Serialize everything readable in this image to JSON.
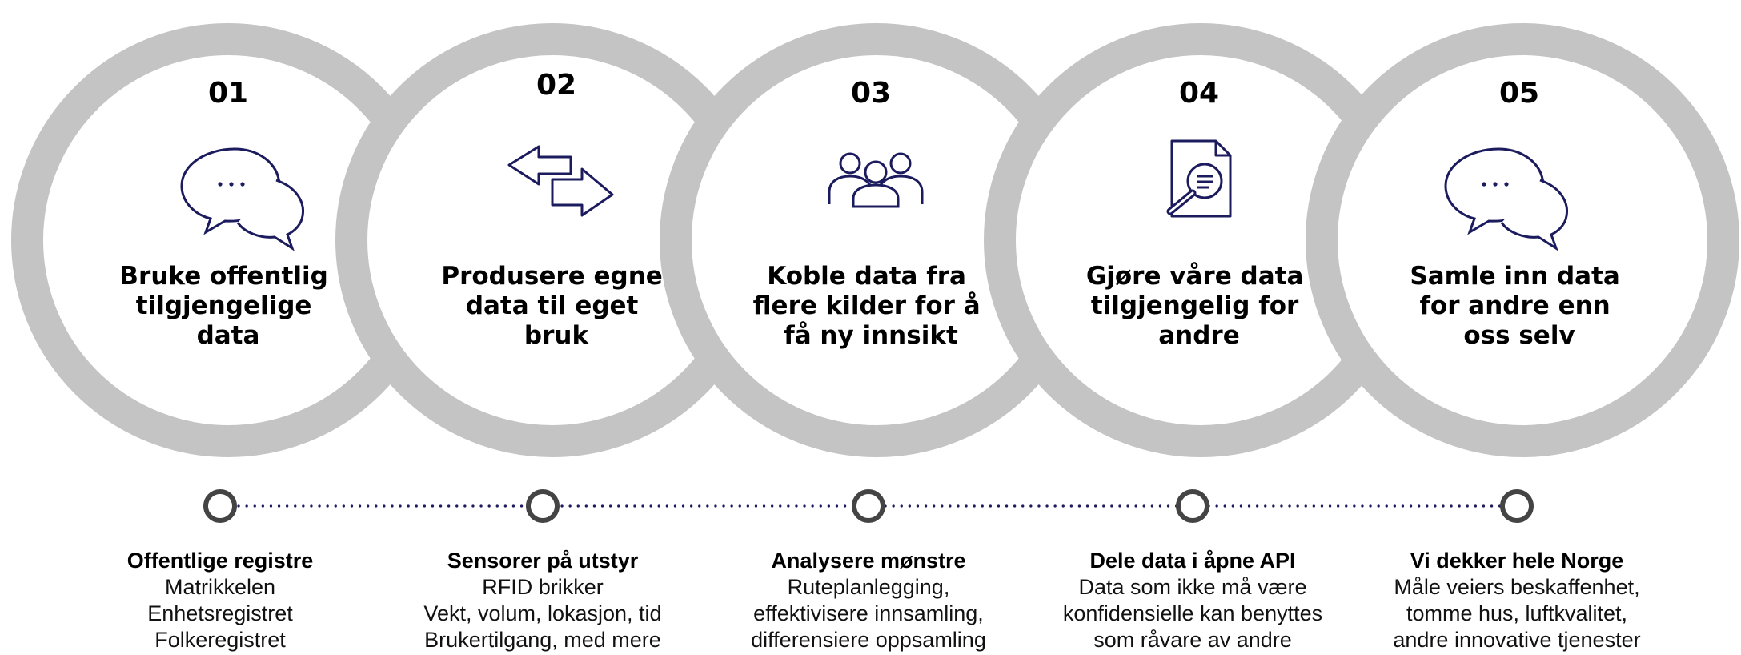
{
  "colors": {
    "ring": "#c4c4c4",
    "icon": "#1b1b5e",
    "text": "#000000",
    "timeline_dots": "#1b1b5e",
    "timeline_node": "#444444"
  },
  "steps": [
    {
      "number": "01",
      "icon": "chat-bubbles-icon",
      "title_lines": [
        "Bruke offentlig",
        "tilgjengelige",
        "data"
      ],
      "heading": "Offentlige registre",
      "lines": [
        "Matrikkelen",
        "Enhetsregistret",
        "Folkeregistret"
      ]
    },
    {
      "number": "02",
      "icon": "exchange-arrows-icon",
      "title_lines": [
        "Produsere egne",
        "data til eget",
        "bruk"
      ],
      "heading": "Sensorer på utstyr",
      "lines": [
        "RFID brikker",
        "Vekt, volum, lokasjon, tid",
        "Brukertilgang, med mere"
      ]
    },
    {
      "number": "03",
      "icon": "group-of-people-icon",
      "title_lines": [
        "Koble data fra",
        "flere kilder for å",
        "få ny innsikt"
      ],
      "heading": "Analysere mønstre",
      "lines": [
        "Ruteplanlegging,",
        "effektivisere innsamling,",
        "differensiere oppsamling"
      ]
    },
    {
      "number": "04",
      "icon": "document-search-icon",
      "title_lines": [
        "Gjøre våre data",
        "tilgjengelig for",
        "andre"
      ],
      "heading": "Dele data i åpne API",
      "lines": [
        "Data som ikke må være",
        "konfidensielle kan benyttes",
        "som råvare av andre"
      ]
    },
    {
      "number": "05",
      "icon": "chat-bubbles-icon",
      "title_lines": [
        "Samle inn data",
        "for andre enn",
        "oss selv"
      ],
      "heading": "Vi dekker hele Norge",
      "lines": [
        "Måle veiers beskaffenhet,",
        "tomme hus, luftkvalitet,",
        "andre innovative tjenester"
      ]
    }
  ]
}
